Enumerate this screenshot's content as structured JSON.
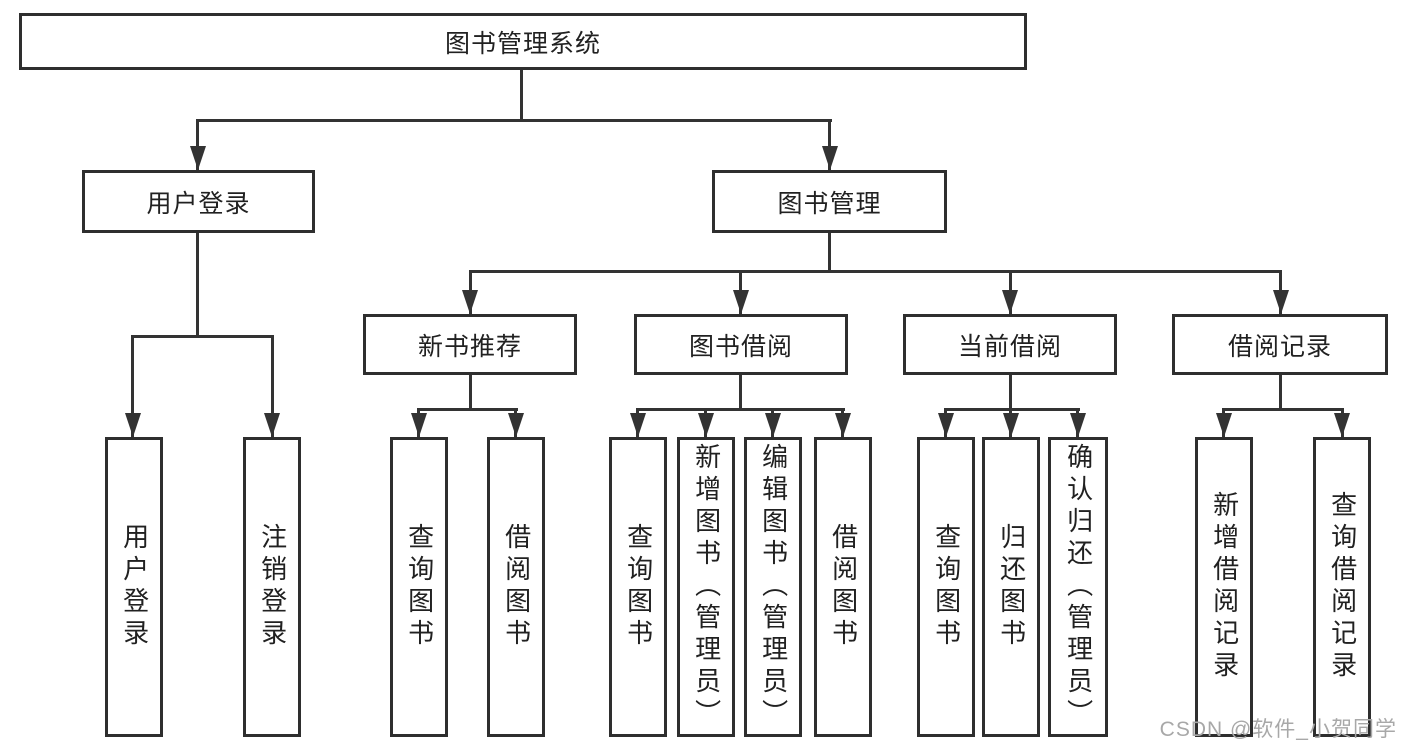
{
  "diagram": {
    "type": "hierarchy-tree",
    "watermark": "CSDN @软件_小贺同学",
    "colors": {
      "background": "#ffffff",
      "box_border": "#2e2e2e",
      "connector_line": "#333333",
      "text": "#212121",
      "watermark_text": "#a8a8a8"
    }
  },
  "nodes": {
    "root": {
      "label": "图书管理系统"
    },
    "login": {
      "label": "用户登录"
    },
    "manage": {
      "label": "图书管理"
    },
    "login_v": {
      "label": "用户登录"
    },
    "logout_v": {
      "label": "注销登录"
    },
    "rec": {
      "label": "新书推荐"
    },
    "borrow": {
      "label": "图书借阅"
    },
    "current": {
      "label": "当前借阅"
    },
    "record": {
      "label": "借阅记录"
    },
    "rec_query": {
      "label": "查询图书"
    },
    "rec_borrow": {
      "label": "借阅图书"
    },
    "b_query": {
      "label": "查询图书"
    },
    "b_add": {
      "label": "新增图书（管理员）"
    },
    "b_edit": {
      "label": "编辑图书（管理员）"
    },
    "b_borrow": {
      "label": "借阅图书"
    },
    "c_query": {
      "label": "查询图书"
    },
    "c_return": {
      "label": "归还图书"
    },
    "c_confirm": {
      "label": "确认归还（管理员）"
    },
    "r_add": {
      "label": "新增借阅记录"
    },
    "r_query": {
      "label": "查询借阅记录"
    }
  },
  "hierarchy": {
    "图书管理系统": {
      "用户登录": [
        "用户登录",
        "注销登录"
      ],
      "图书管理": {
        "新书推荐": [
          "查询图书",
          "借阅图书"
        ],
        "图书借阅": [
          "查询图书",
          "新增图书（管理员）",
          "编辑图书（管理员）",
          "借阅图书"
        ],
        "当前借阅": [
          "查询图书",
          "归还图书",
          "确认归还（管理员）"
        ],
        "借阅记录": [
          "新增借阅记录",
          "查询借阅记录"
        ]
      }
    }
  }
}
